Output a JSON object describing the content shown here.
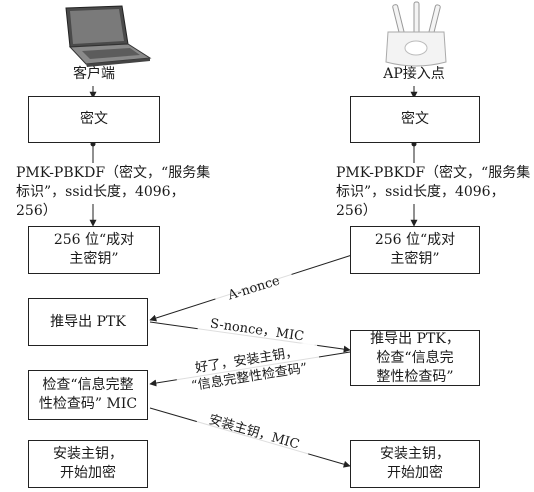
{
  "client": {
    "title": "客户端",
    "ciphertext": "密文",
    "formula": "PMK-PBKDF（密文，“服务集\n标识”，ssid长度，4096，256）",
    "pmk": "256 位“成对\n主密钥”",
    "derive": "推导出 PTK",
    "check": "检查“信息完整\n性检查码” MIC",
    "install": "安装主钥，\n开始加密"
  },
  "ap": {
    "title": "AP接入点",
    "ciphertext": "密文",
    "formula": "PMK-PBKDF（密文，“服务集\n标识”，ssid长度，4096，256）",
    "pmk": "256 位“成对\n主密钥”",
    "derive": "推导出 PTK，\n检查“信息完\n整性检查码”",
    "install": "安装主钥，\n开始加密"
  },
  "messages": {
    "anonce": "A-nonce",
    "snonce": "S-nonce，MIC",
    "ok": "好了，安装主钥，\n“信息完整性检查码”",
    "install_mic": "安装主钥，MIC"
  }
}
